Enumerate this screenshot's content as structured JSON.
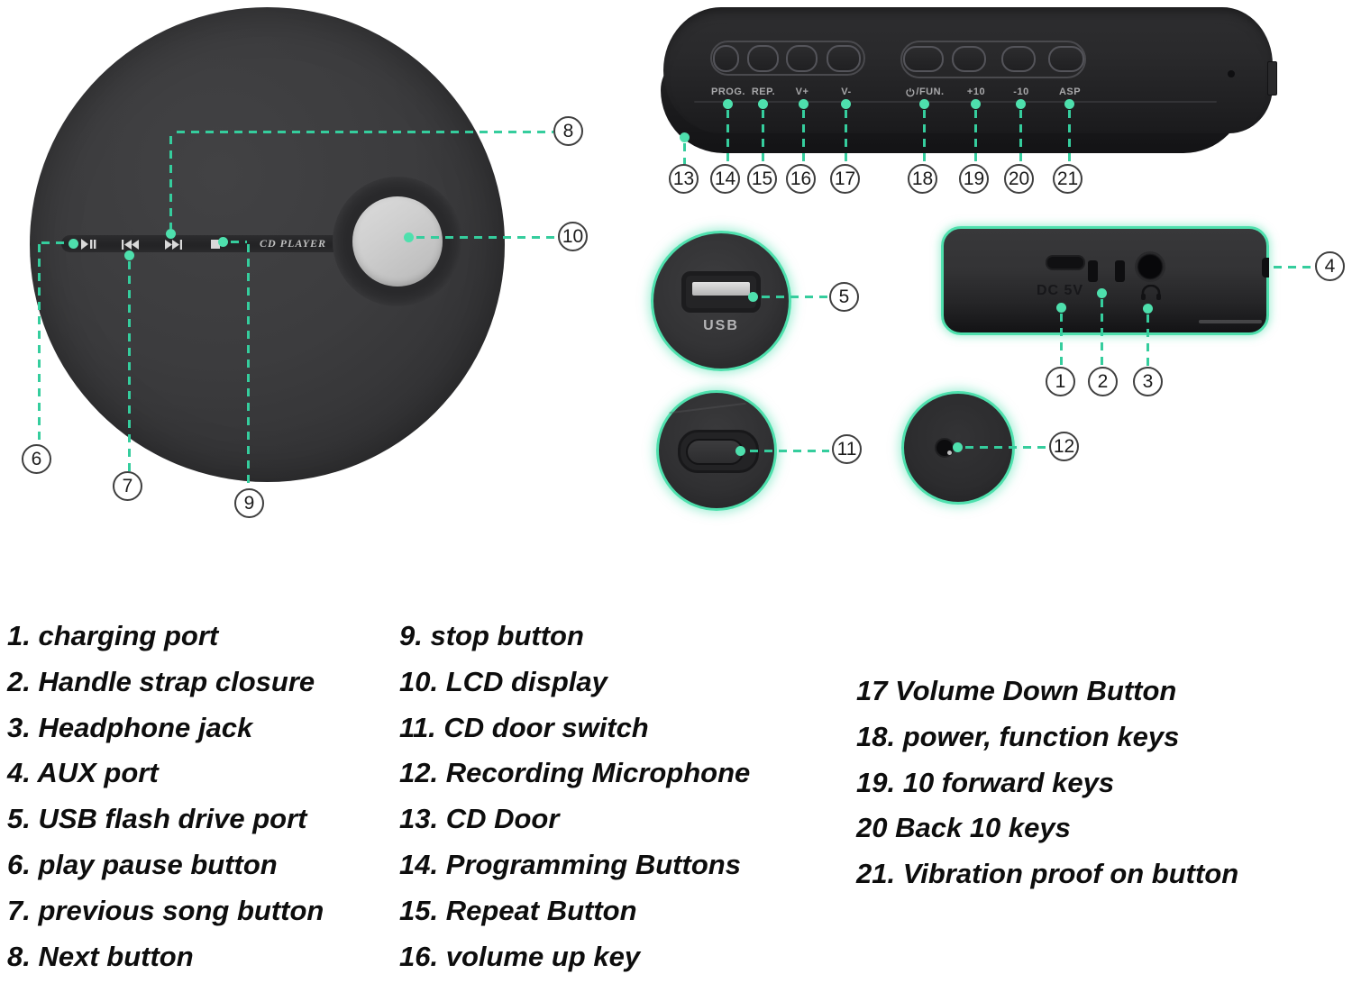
{
  "accent_color": "#35cd9d",
  "top_view": {
    "brand": "CD PLAYER",
    "callouts": {
      "play_pause": "6",
      "previous": "7",
      "next": "8",
      "stop": "9",
      "lcd": "10"
    }
  },
  "cd_door_view": {
    "button_labels": [
      "PROG.",
      "REP.",
      "V+",
      "V-",
      "/FUN.",
      "+10",
      "-10",
      "ASP"
    ],
    "callouts": [
      "13",
      "14",
      "15",
      "16",
      "17",
      "18",
      "19",
      "20",
      "21"
    ]
  },
  "usb_view": {
    "port_label": "USB",
    "callout": "5"
  },
  "ports_view": {
    "dc_label": "DC 5V",
    "callouts": [
      "1",
      "2",
      "3"
    ],
    "aux_callout": "4"
  },
  "door_switch_view": {
    "callout": "11"
  },
  "mic_view": {
    "callout": "12"
  },
  "legend": {
    "col1": [
      "1. charging port",
      "2. Handle strap closure",
      "3. Headphone jack",
      "4. AUX port",
      "5. USB flash drive port",
      "6. play pause button",
      "7. previous song button",
      "8. Next button"
    ],
    "col2": [
      "9. stop button",
      "10. LCD display",
      "11. CD door switch",
      "12. Recording Microphone",
      "13. CD Door",
      "14. Programming Buttons",
      "15. Repeat Button",
      "16. volume up key"
    ],
    "col3": [
      "17 Volume Down Button",
      "18. power, function keys",
      "19. 10 forward keys",
      "20 Back 10 keys",
      "21. Vibration proof on button"
    ]
  }
}
